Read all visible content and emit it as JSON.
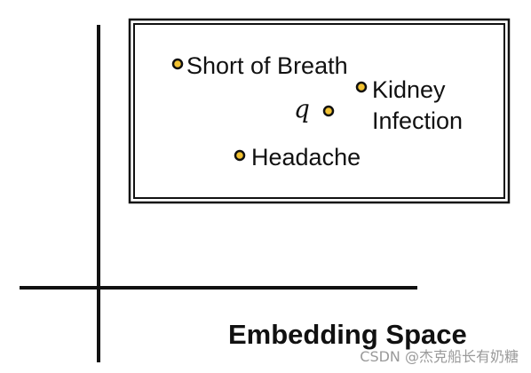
{
  "diagram": {
    "title": "Embedding Space",
    "query_label": "q",
    "points": [
      {
        "id": "short-of-breath",
        "label": "Short of Breath"
      },
      {
        "id": "kidney-infection",
        "label_line1": "Kidney",
        "label_line2": "Infection"
      },
      {
        "id": "headache",
        "label": "Headache"
      }
    ]
  },
  "watermark": "CSDN @杰克船长有奶糖",
  "colors": {
    "stroke": "#111111",
    "point_fill": "#f2c232",
    "watermark": "#9a9a9a"
  }
}
